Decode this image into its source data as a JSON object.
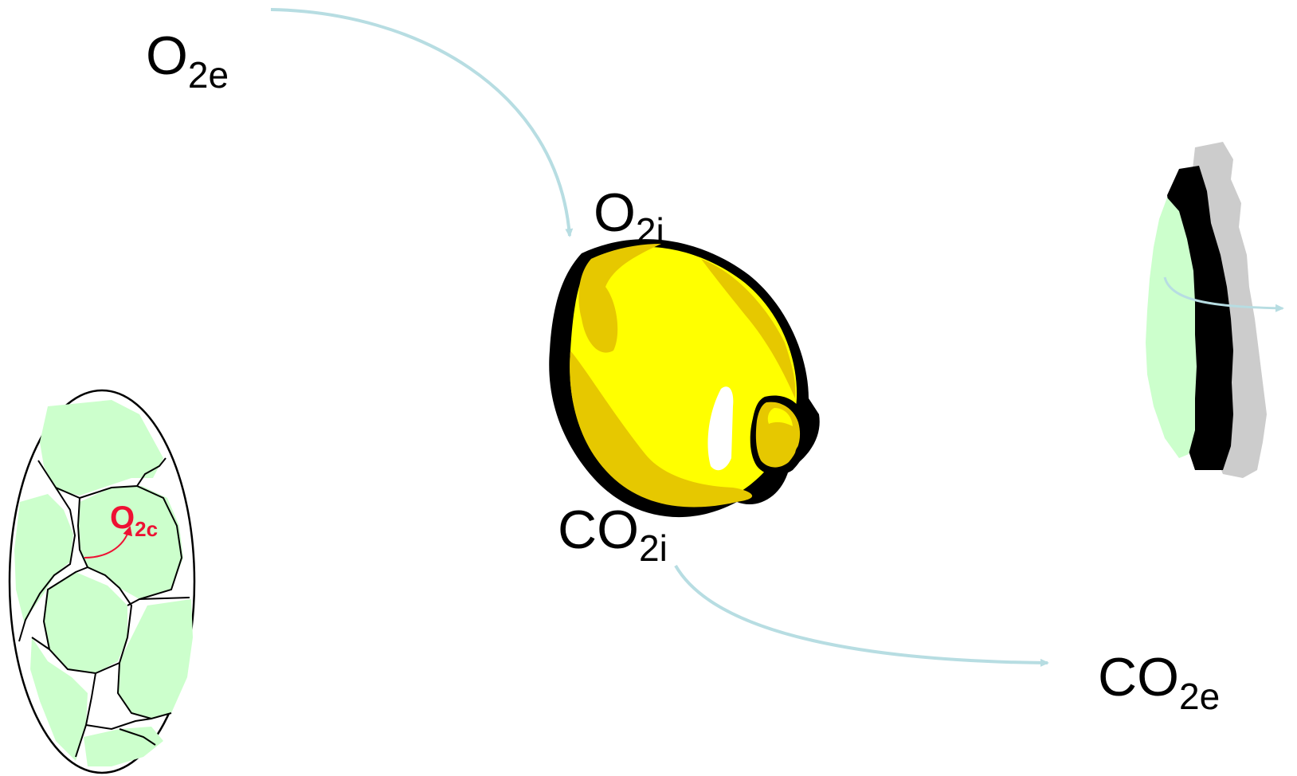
{
  "colors": {
    "background": "#ffffff",
    "arrow": "#b7dde2",
    "cell_fill": "#ccffcc",
    "fruit_yellow": "#ffff00",
    "fruit_shade": "#e6c800",
    "stomata_black": "#000000",
    "stomata_grey": "#cccccc",
    "cytoplasm_label": "#ee1133"
  },
  "labels": {
    "o2_external": {
      "main": "O",
      "sub": "2e"
    },
    "o2_internal": {
      "main": "O",
      "sub": "2i"
    },
    "co2_internal": {
      "main": "CO",
      "sub": "2i"
    },
    "co2_external": {
      "main": "CO",
      "sub": "2e"
    },
    "o2_cell": {
      "main": "O",
      "sub": "2c"
    }
  },
  "icons": {
    "fruit": "yellow-fruit-icon",
    "skin": "skin-cross-section-icon",
    "tissue": "cell-tissue-icon"
  }
}
